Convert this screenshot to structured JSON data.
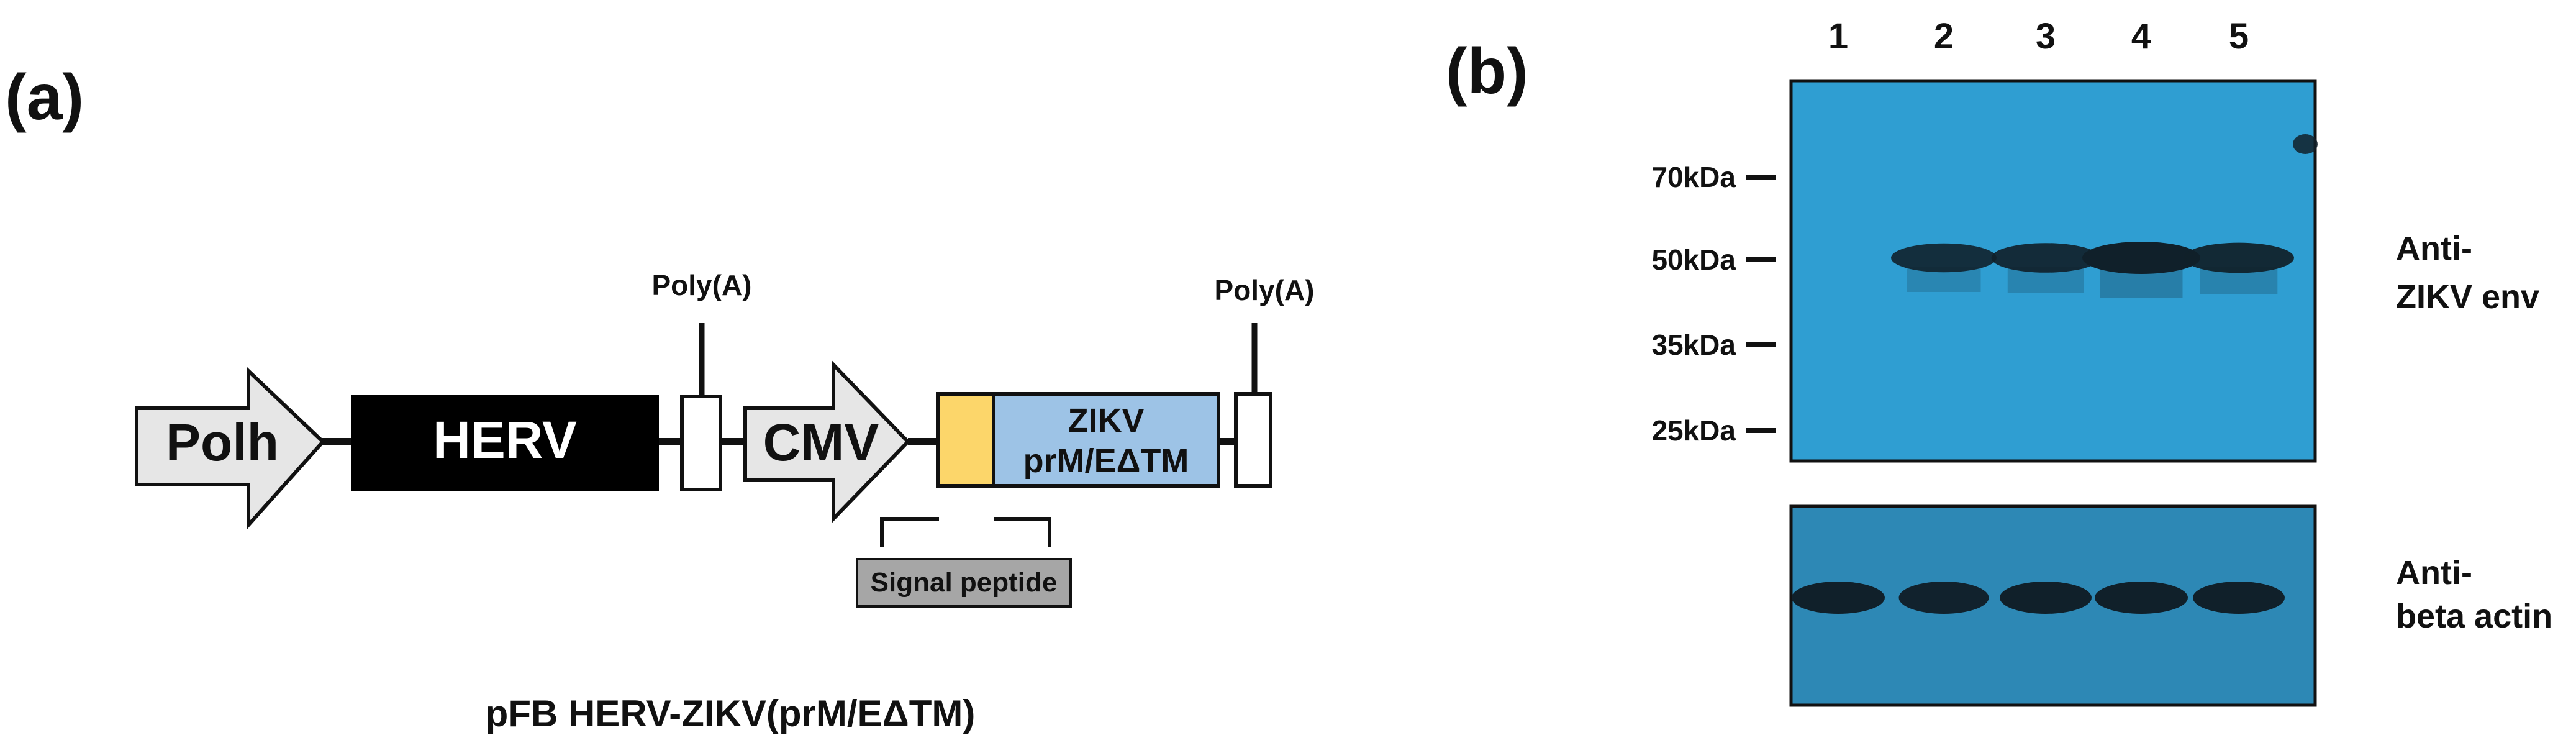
{
  "panel_a": {
    "label": "(a)",
    "elements": {
      "polh": "Polh",
      "herv": "HERV",
      "cmv": "CMV",
      "zikv_line1": "ZIKV",
      "zikv_line2": "prM/EΔTM",
      "polya_1": "Poly(A)",
      "polya_2": "Poly(A)",
      "signal_peptide": "Signal peptide"
    },
    "caption": "pFB HERV-ZIKV(prM/EΔTM)",
    "colors": {
      "signal_peptide_box": "#fcd66a",
      "zikv_box": "#9dc3e6",
      "herv_box": "#000000",
      "arrow_fill": "#e6e6e6",
      "signal_label_bg": "#a6a6a6"
    }
  },
  "panel_b": {
    "label": "(b)",
    "lanes": [
      "1",
      "2",
      "3",
      "4",
      "5"
    ],
    "markers": [
      "70kDa",
      "50kDa",
      "35kDa",
      "25kDa"
    ],
    "blot_top_label_line1": "Anti-",
    "blot_top_label_line2": "ZIKV env",
    "blot_bottom_label_line1": "Anti-",
    "blot_bottom_label_line2": "beta actin",
    "band_intensity_top": [
      0,
      0.75,
      0.8,
      1,
      0.85
    ],
    "band_intensity_bottom": [
      1,
      0.95,
      1,
      1,
      1
    ],
    "colors": {
      "blot_top": "#2f9ed2",
      "blot_bottom": "#2d88b5",
      "band": "#10202a"
    }
  }
}
